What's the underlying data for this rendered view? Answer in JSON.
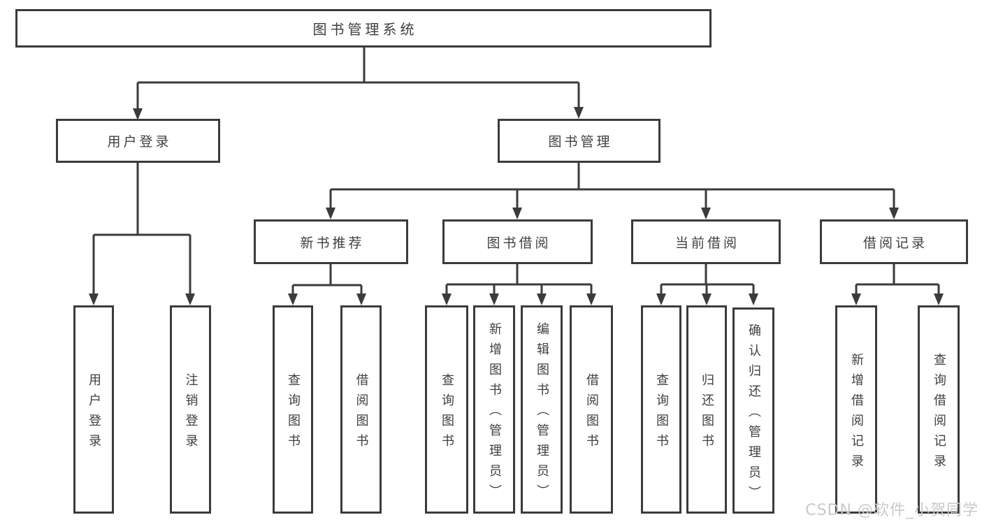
{
  "colors": {
    "line": "#3b3b3b",
    "text": "#3f3f3f",
    "watermark": "#c9c9c9",
    "background": "#ffffff"
  },
  "watermark": {
    "text": "CSDN @软件_小贺同学"
  },
  "tree": {
    "label": "图书管理系统",
    "children": [
      {
        "label": "用户登录",
        "children": [
          {
            "label": "用户登录"
          },
          {
            "label": "注销登录"
          }
        ]
      },
      {
        "label": "图书管理",
        "children": [
          {
            "label": "新书推荐",
            "children": [
              {
                "label": "查询图书"
              },
              {
                "label": "借阅图书"
              }
            ]
          },
          {
            "label": "图书借阅",
            "children": [
              {
                "label": "查询图书"
              },
              {
                "label": "新增图书（管理员）"
              },
              {
                "label": "编辑图书（管理员）"
              },
              {
                "label": "借阅图书"
              }
            ]
          },
          {
            "label": "当前借阅",
            "children": [
              {
                "label": "查询图书"
              },
              {
                "label": "归还图书"
              },
              {
                "label": "确认归还（管理员）"
              }
            ]
          },
          {
            "label": "借阅记录",
            "children": [
              {
                "label": "新增借阅记录"
              },
              {
                "label": "查询借阅记录"
              }
            ]
          }
        ]
      }
    ]
  }
}
